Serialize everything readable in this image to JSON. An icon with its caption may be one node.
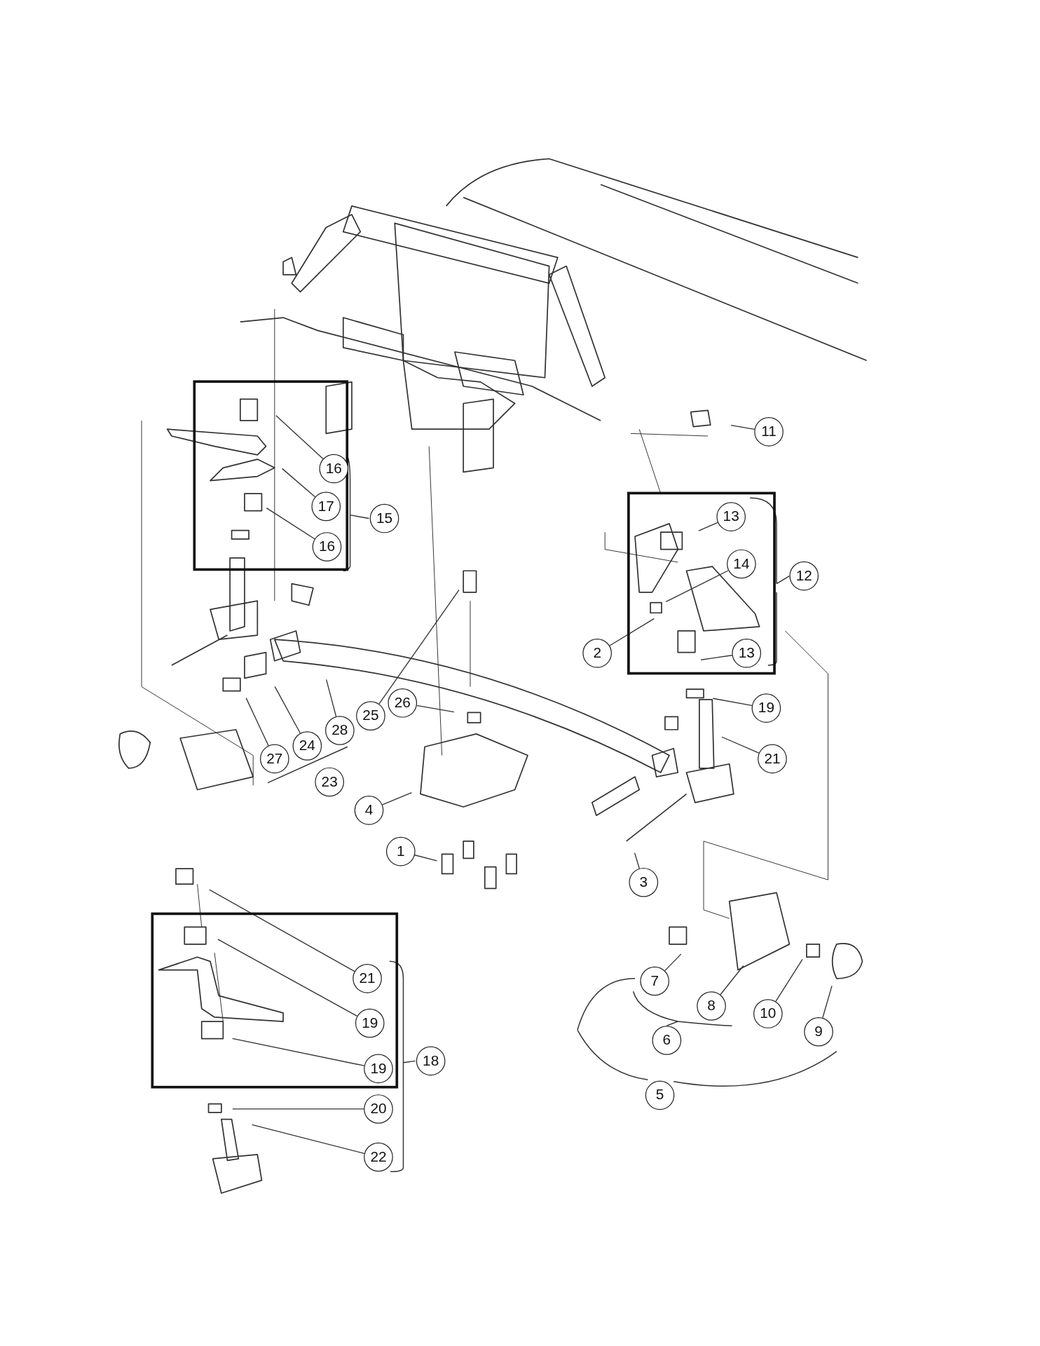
{
  "diagram": {
    "nodes": [
      {
        "text": [],
        "shape": "box"
      },
      {
        "text": [
          "16"
        ],
        "in": 0
      },
      {
        "text": [
          "17"
        ],
        "in": 0
      },
      {
        "text": [
          "16"
        ],
        "in": 0
      },
      {
        "text": [
          "15"
        ]
      },
      {
        "text": [
          "11"
        ]
      },
      {
        "text": [],
        "shape": "box"
      },
      {
        "text": [
          "13"
        ],
        "in": 6
      },
      {
        "text": [
          "14"
        ],
        "in": 6
      },
      {
        "text": [
          "12"
        ]
      },
      {
        "text": [
          "2"
        ]
      },
      {
        "text": [
          "13"
        ],
        "in": 6
      },
      {
        "text": [
          "19"
        ]
      },
      {
        "text": [
          "21"
        ]
      },
      {
        "text": [
          "25"
        ]
      },
      {
        "text": [
          "26"
        ]
      },
      {
        "text": [
          "28"
        ]
      },
      {
        "text": [
          "24"
        ]
      },
      {
        "text": [
          "27"
        ]
      },
      {
        "text": [
          "23"
        ]
      },
      {
        "text": [
          "4"
        ]
      },
      {
        "text": [
          "1"
        ]
      },
      {
        "text": [
          "3"
        ]
      },
      {
        "text": [
          "7"
        ]
      },
      {
        "text": [
          "8"
        ]
      },
      {
        "text": [
          "10"
        ]
      },
      {
        "text": [
          "9"
        ]
      },
      {
        "text": [
          "6"
        ]
      },
      {
        "text": [],
        "shape": "box"
      },
      {
        "text": [
          "21"
        ],
        "in": 28
      },
      {
        "text": [
          "19"
        ],
        "in": 28
      },
      {
        "text": [
          "19"
        ],
        "in": 28
      },
      {
        "text": [
          "18"
        ]
      },
      {
        "text": [
          "5"
        ]
      },
      {
        "text": [
          "20"
        ]
      },
      {
        "text": [
          "22"
        ]
      }
    ],
    "edges": [
      {
        "from": 1,
        "to": null,
        "arrow": "none"
      },
      {
        "from": 2,
        "to": null,
        "arrow": "none"
      },
      {
        "from": 3,
        "to": null,
        "arrow": "none"
      },
      {
        "from": 5,
        "to": null,
        "arrow": "none"
      },
      {
        "from": 7,
        "to": null,
        "arrow": "none"
      },
      {
        "from": 8,
        "to": null,
        "arrow": "none"
      },
      {
        "from": 10,
        "to": null,
        "arrow": "none"
      },
      {
        "from": 11,
        "to": null,
        "arrow": "none"
      },
      {
        "from": 12,
        "to": null,
        "arrow": "none"
      },
      {
        "from": 13,
        "to": null,
        "arrow": "none"
      },
      {
        "from": 14,
        "to": null,
        "arrow": "none"
      },
      {
        "from": 15,
        "to": null,
        "arrow": "none"
      },
      {
        "from": 16,
        "to": null,
        "arrow": "none"
      },
      {
        "from": 17,
        "to": null,
        "arrow": "none"
      },
      {
        "from": 18,
        "to": null,
        "arrow": "none"
      },
      {
        "from": 20,
        "to": null,
        "arrow": "none"
      },
      {
        "from": 21,
        "to": null,
        "arrow": "none"
      },
      {
        "from": 22,
        "to": null,
        "arrow": "none"
      },
      {
        "from": 23,
        "to": null,
        "arrow": "none"
      },
      {
        "from": 24,
        "to": null,
        "arrow": "none"
      },
      {
        "from": 25,
        "to": null,
        "arrow": "none"
      },
      {
        "from": 26,
        "to": null,
        "arrow": "none"
      },
      {
        "from": 29,
        "to": null,
        "arrow": "none"
      },
      {
        "from": 30,
        "to": null,
        "arrow": "none"
      },
      {
        "from": 31,
        "to": null,
        "arrow": "none"
      },
      {
        "from": 34,
        "to": null,
        "arrow": "none"
      },
      {
        "from": 35,
        "to": null,
        "arrow": "none"
      }
    ]
  }
}
